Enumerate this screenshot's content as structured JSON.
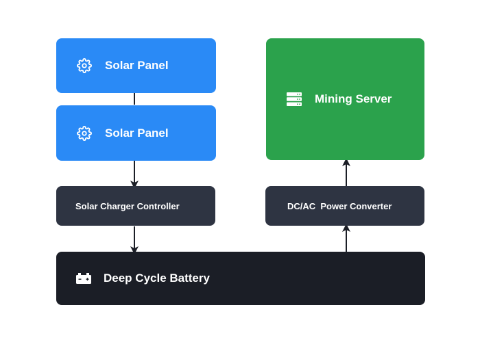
{
  "nodes": {
    "solar_panel_1": {
      "label": "Solar Panel",
      "icon": "gear-icon"
    },
    "solar_panel_2": {
      "label": "Solar Panel",
      "icon": "gear-icon"
    },
    "mining_server": {
      "label": "Mining Server",
      "icon": "server-icon"
    },
    "charge_controller": {
      "label": "Solar Charger Controller"
    },
    "power_converter": {
      "label": "DC/AC  Power Converter"
    },
    "battery": {
      "label": "Deep Cycle Battery",
      "icon": "battery-icon"
    }
  },
  "colors": {
    "panel": "#2a8af6",
    "server": "#2ba24c",
    "converter": "#2e3442",
    "battery": "#1b1e26",
    "connector": "#1b1e26"
  }
}
